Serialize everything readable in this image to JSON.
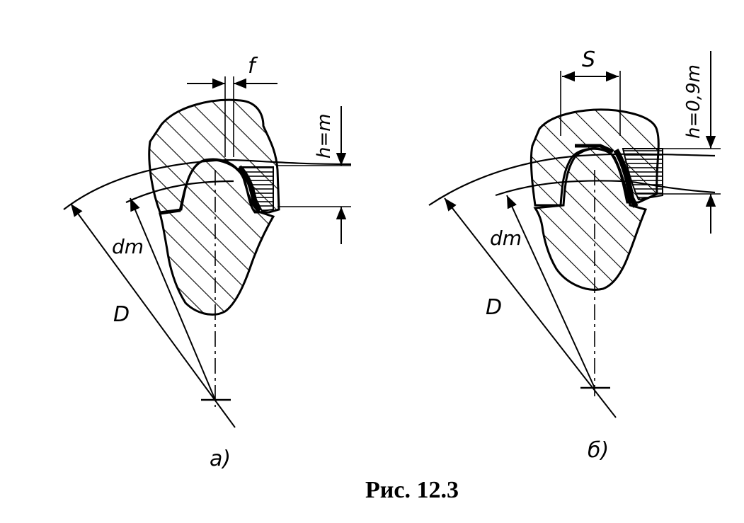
{
  "figure": {
    "caption": "Рис. 12.3",
    "panel_a": {
      "sublabel": "а)",
      "dim_f": "f",
      "dim_h": "h=m",
      "label_dm": "dm",
      "label_D": "D"
    },
    "panel_b": {
      "sublabel": "б)",
      "dim_s": "S",
      "dim_h": "h=0,9m",
      "label_dm": "dm",
      "label_D": "D"
    }
  }
}
